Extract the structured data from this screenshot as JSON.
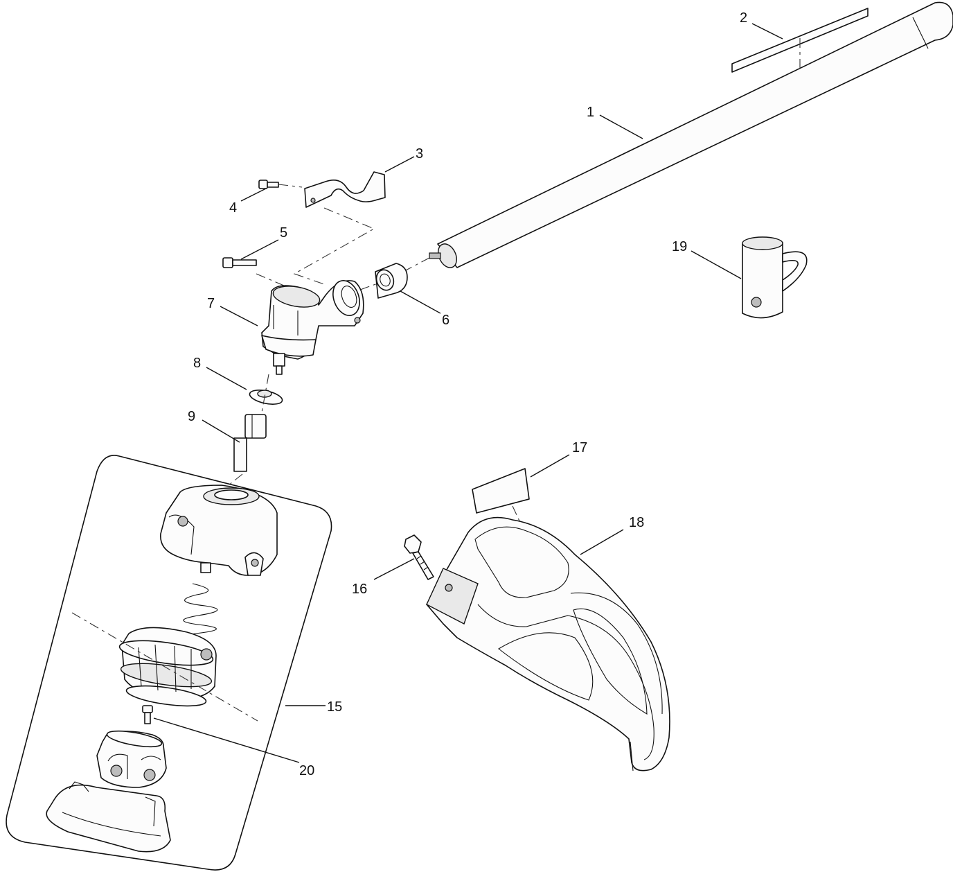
{
  "diagram": {
    "callouts": {
      "c1": "1",
      "c2": "2",
      "c3": "3",
      "c4": "4",
      "c5": "5",
      "c6": "6",
      "c7": "7",
      "c8": "8",
      "c9": "9",
      "c15": "15",
      "c16": "16",
      "c17": "17",
      "c18": "18",
      "c19": "19",
      "c20": "20"
    }
  }
}
